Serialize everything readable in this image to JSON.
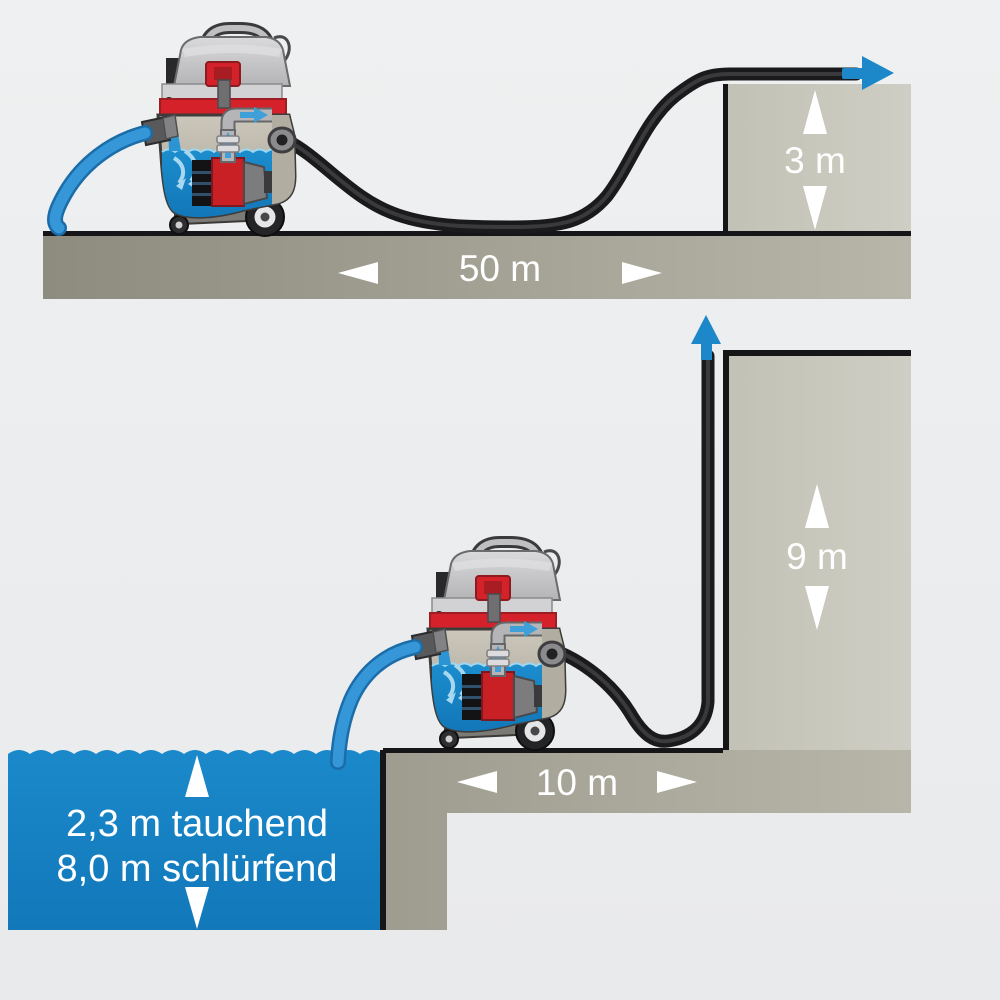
{
  "colors": {
    "background": "#ebedee",
    "ground_dark": "#8d8c7f",
    "ground_light": "#b7b6a9",
    "wall_light": "#c2c1b5",
    "wall_lighter": "#cfcec4",
    "water_blue": "#1583c5",
    "hose_blue": "#3697d8",
    "arrow_blue": "#1d88c9",
    "hose_black": "#1a1a1c",
    "vacuum_red": "#d5222a",
    "label_text": "#ffffff"
  },
  "scene_top": {
    "distance": "50 m",
    "height": "3 m"
  },
  "scene_bottom": {
    "distance": "10 m",
    "height": "9 m",
    "pool_line1": "2,3 m tauchend",
    "pool_line2": "8,0 m schlürfend"
  }
}
